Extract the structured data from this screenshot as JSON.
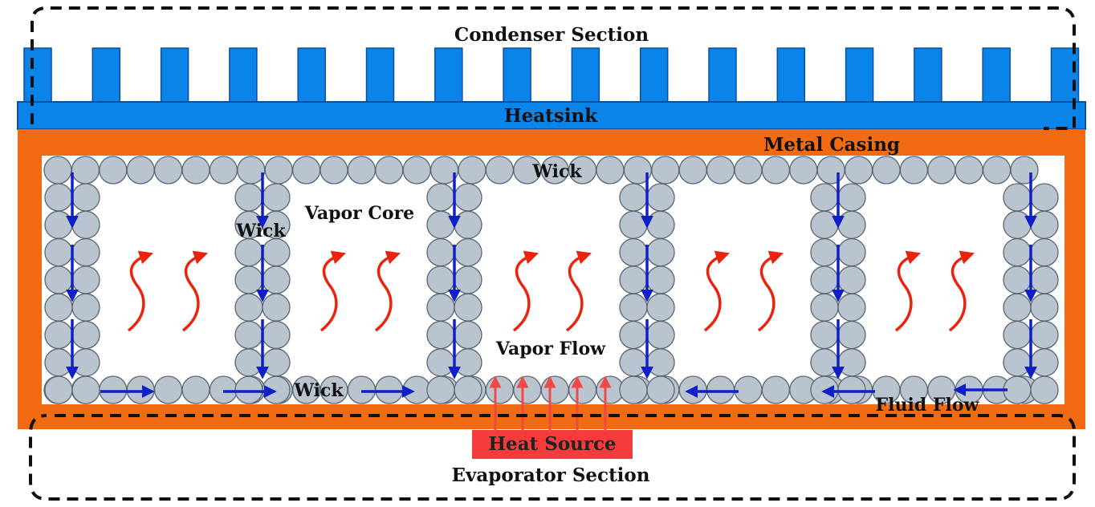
{
  "labels": {
    "condenser": "Condenser Section",
    "heatsink": "Heatsink",
    "metal_casing": "Metal Casing",
    "wick_top": "Wick",
    "wick_left": "Wick",
    "vapor_core": "Vapor Core",
    "vapor_flow": "Vapor Flow",
    "wick_bottom": "Wick",
    "fluid_flow": "Fluid Flow",
    "heat_source": "Heat Source",
    "evaporator": "Evaporator Section"
  },
  "colors": {
    "fin": "#0a84e8",
    "fin_stroke": "#0b4f99",
    "casing": "#f26b12",
    "wick_bead": "#b9c4cf",
    "wick_stroke": "#596573",
    "liquid_arrow": "#1020c8",
    "vapor_arrow": "#e8240e",
    "heat_source": "#f43c3c",
    "heat_arrow": "#f24848",
    "dash": "#111111"
  }
}
